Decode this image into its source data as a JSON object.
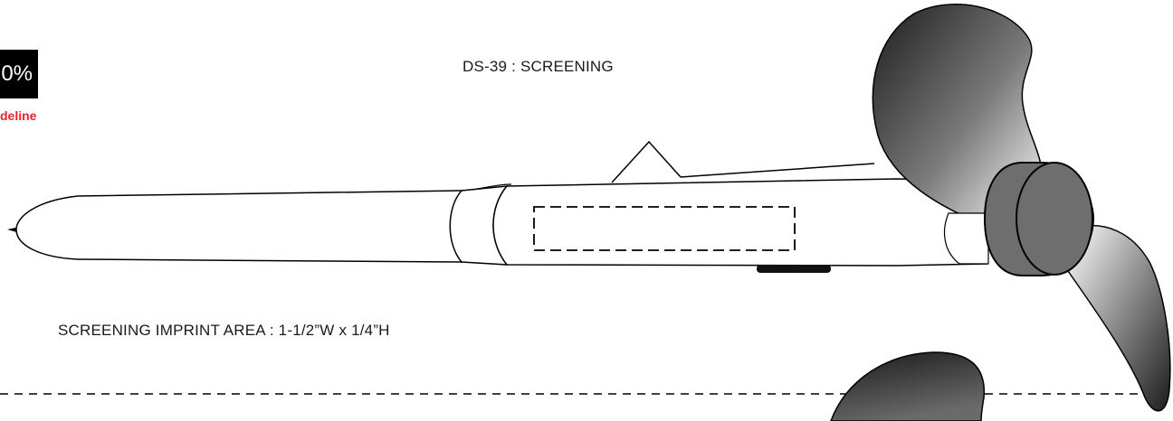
{
  "badge": {
    "text": "0%"
  },
  "guideline": {
    "text": "deline"
  },
  "title": {
    "text": "DS-39 :  SCREENING"
  },
  "imprint_area": {
    "text": "SCREENING IMPRINT AREA  : 1-1/2”W x 1/4”H"
  },
  "colors": {
    "guideline_red": "#e8232e",
    "outline": "#000000",
    "hub_gray": "#6e6e6e"
  }
}
